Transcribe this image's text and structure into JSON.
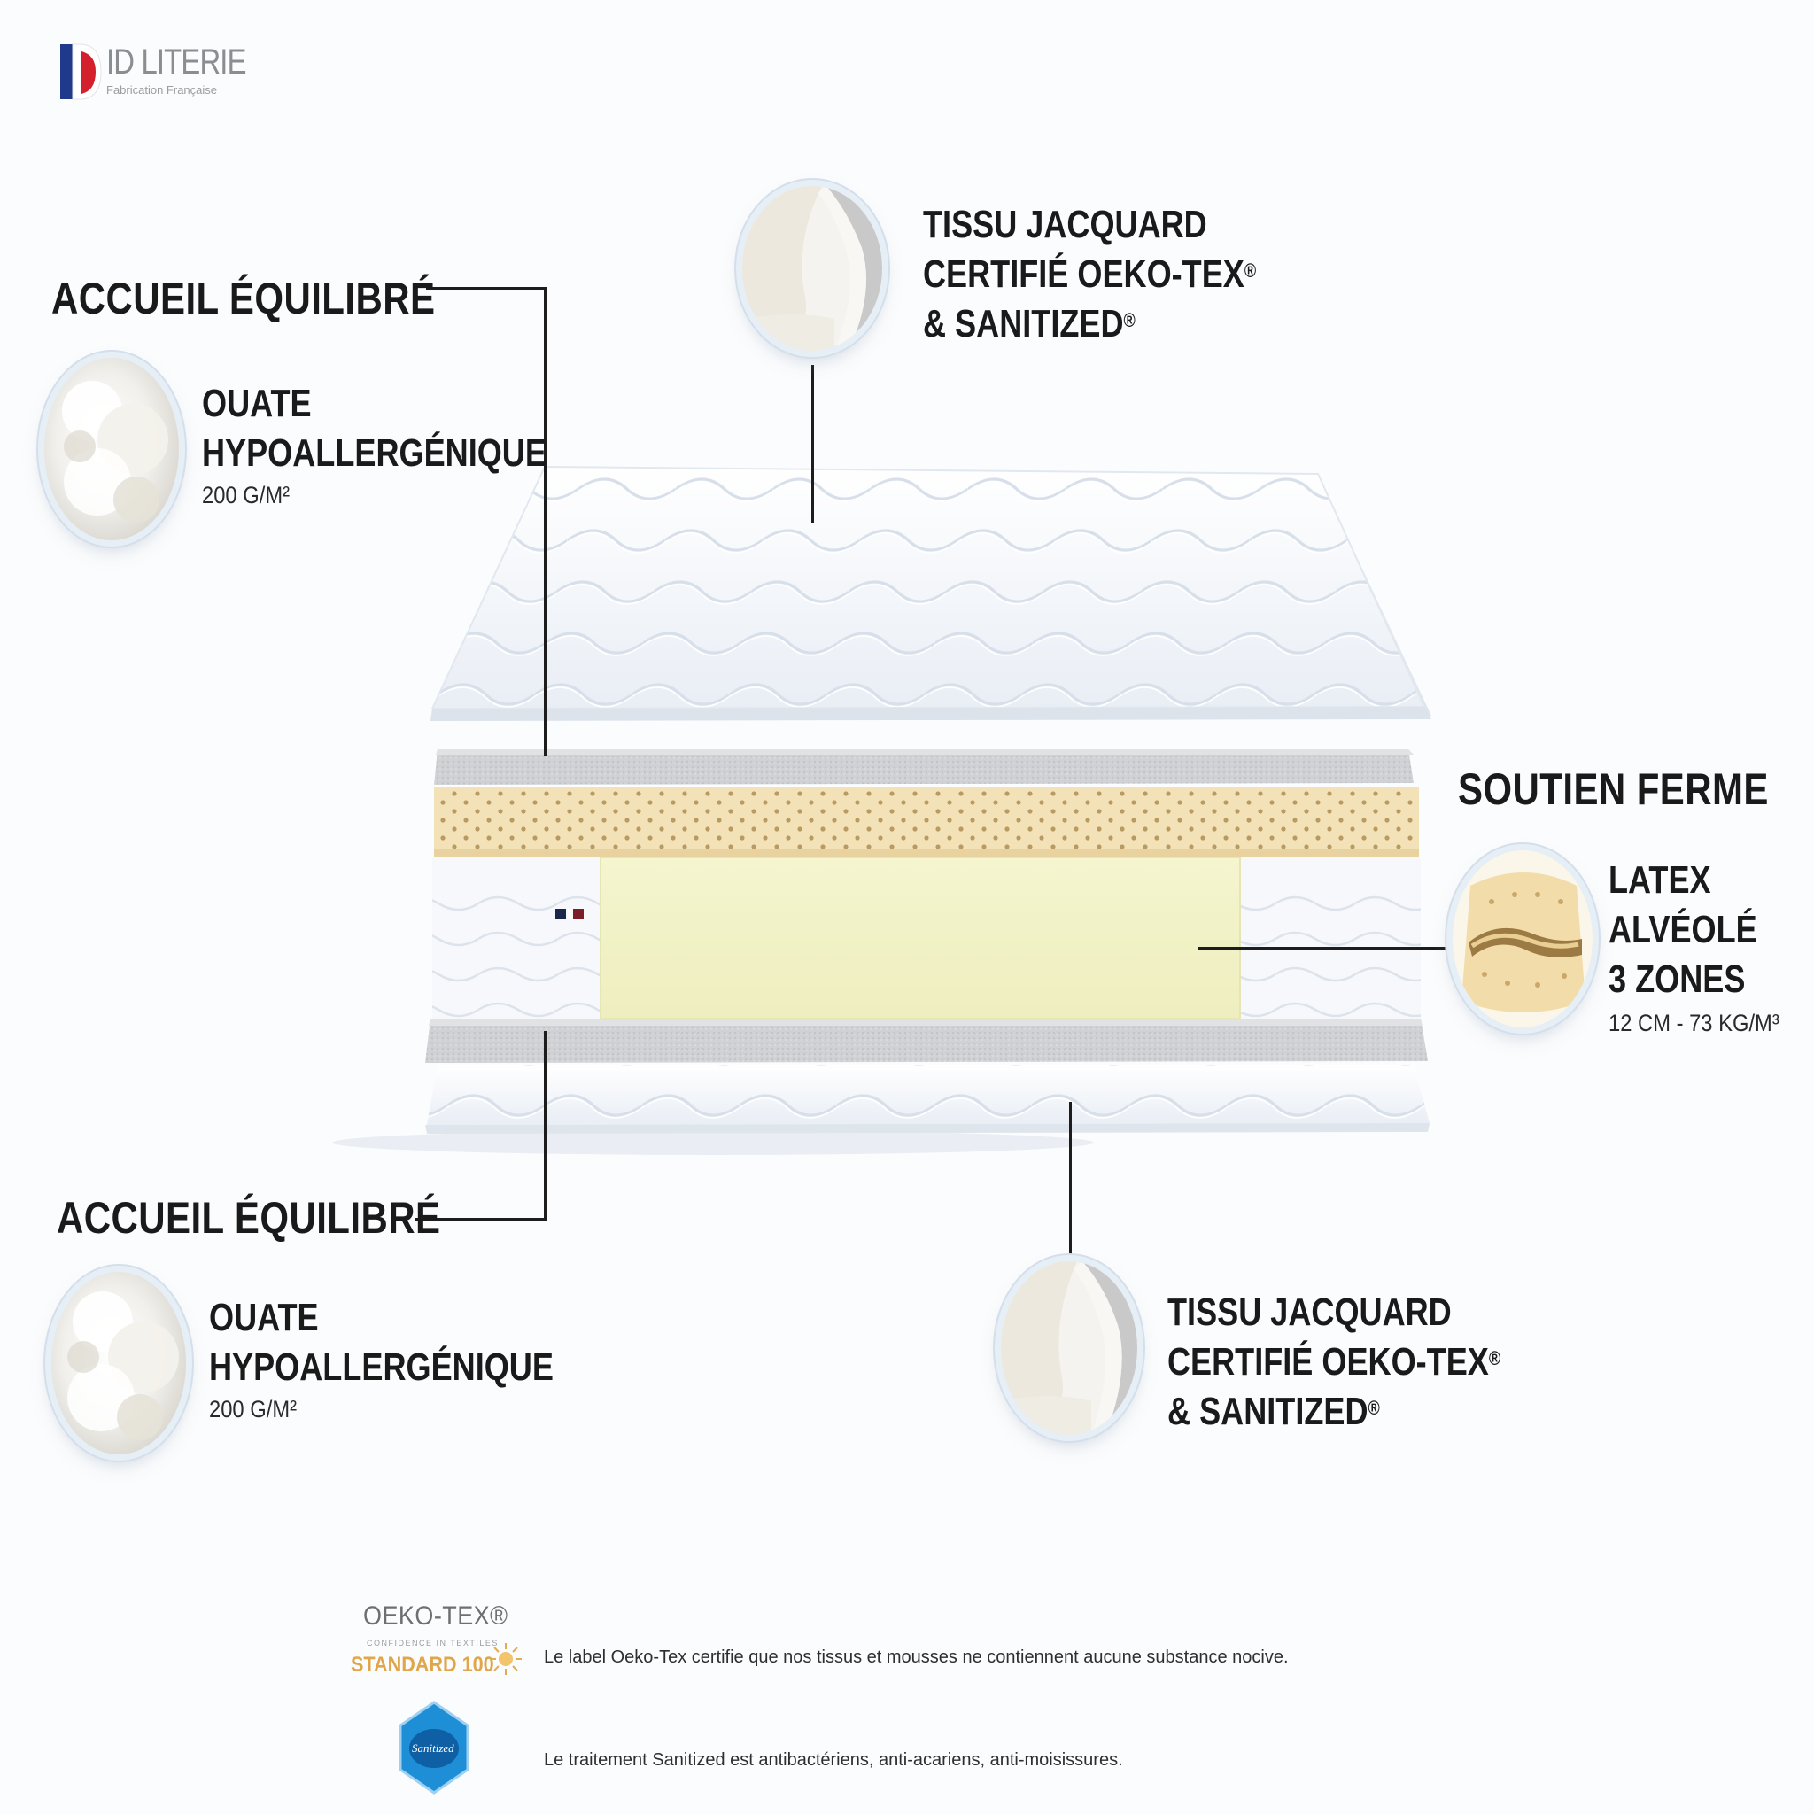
{
  "brand": {
    "name": "ID LITERIE",
    "tagline": "Fabrication Française"
  },
  "callouts": {
    "top_fabric": {
      "line1": "TISSU JACQUARD",
      "line2": "CERTIFIÉ OEKO-TEX",
      "line3": "& SANITIZED",
      "reg_mark": "®"
    },
    "top_comfort": {
      "heading": "ACCUEIL ÉQUILIBRÉ",
      "line1": "OUATE",
      "line2": "HYPOALLERGÉNIQUE",
      "spec": "200 G/M²"
    },
    "support": {
      "heading": "SOUTIEN FERME",
      "line1": "LATEX",
      "line2": "ALVÉOLÉ",
      "line3": "3 ZONES",
      "spec": "12 CM - 73 KG/M³"
    },
    "bottom_comfort": {
      "heading": "ACCUEIL ÉQUILIBRÉ",
      "line1": "OUATE",
      "line2": "HYPOALLERGÉNIQUE",
      "spec": "200 G/M²"
    },
    "bottom_fabric": {
      "line1": "TISSU JACQUARD",
      "line2": "CERTIFIÉ OEKO-TEX",
      "line3": "& SANITIZED",
      "reg_mark": "®"
    }
  },
  "certifications": {
    "oeko": {
      "title": "OEKO-TEX®",
      "tagline": "CONFIDENCE IN TEXTILES",
      "standard": "STANDARD 100",
      "description": "Le label Oeko-Tex certifie que nos tissus et mousses ne contiennent aucune substance nocive."
    },
    "sanitized": {
      "badge_text": "Sanitized",
      "description": "Le traitement Sanitized est antibactériens, anti-acariens, anti-moisissures."
    }
  },
  "colors": {
    "flag_blue": "#1f3a8a",
    "flag_red": "#d3202c",
    "latex": "#f3e2b7",
    "core_foam": "#f4f3c9",
    "felt_grey": "#cfd1d4",
    "oeko_gold": "#e1a64a",
    "sanitized_blue": "#1e8fd6"
  }
}
